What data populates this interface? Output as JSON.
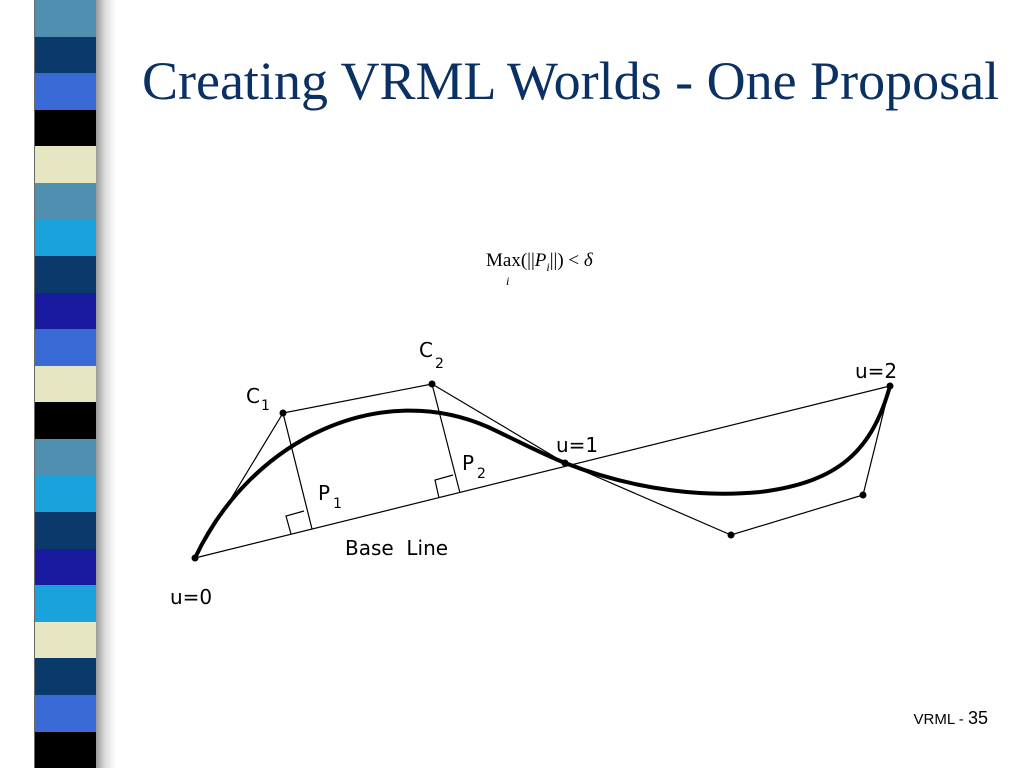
{
  "slide": {
    "title": "Creating VRML Worlds - One Proposal",
    "footer_text": "VRML - ",
    "page_number": "35"
  },
  "formula": {
    "max": "Max",
    "index": "i",
    "open": "(||",
    "point": "P",
    "point_index": "i",
    "close": "||) <",
    "delta": "δ"
  },
  "diagram": {
    "labels": {
      "c1": "C",
      "c1_sub": "1",
      "c2": "C",
      "c2_sub": "2",
      "p1": "P",
      "p1_sub": "1",
      "p2": "P",
      "p2_sub": "2",
      "u0": "u=0",
      "u1": "u=1",
      "u2": "u=2",
      "base_line": "Base  Line"
    }
  },
  "colors": {
    "title": "#0b3063",
    "strip": [
      "#4f8faf",
      "#0a3a6b",
      "#3a6ad6",
      "#000000",
      "#e6e6c2",
      "#4f8faf",
      "#1aa2dc",
      "#0a3a6b",
      "#1a1aa0",
      "#3a6ad6",
      "#e6e6c2",
      "#000000",
      "#4f8faf",
      "#1aa2dc",
      "#0a3a6b",
      "#1a1aa0",
      "#1aa2dc",
      "#e6e6c2",
      "#0a3a6b",
      "#3a6ad6",
      "#000000"
    ]
  }
}
